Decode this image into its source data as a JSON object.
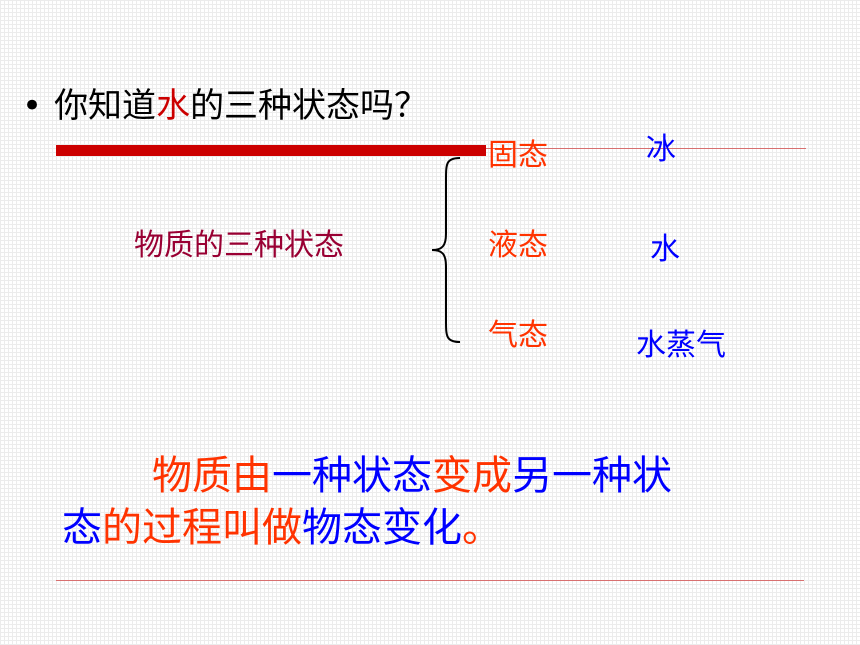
{
  "question": {
    "bullet": "•",
    "before": "你知道",
    "highlight": "水",
    "after": "的三种状态吗？"
  },
  "matter_label": "物质的三种状态",
  "states": [
    {
      "state": "固态",
      "form": "冰"
    },
    {
      "state": "液态",
      "form": "水"
    },
    {
      "state": "气态",
      "form": "水蒸气"
    }
  ],
  "definition": {
    "line1": [
      {
        "text": "物质由",
        "color": "red"
      },
      {
        "text": "一种状态",
        "color": "blue"
      },
      {
        "text": "变成",
        "color": "red"
      },
      {
        "text": "另一种状",
        "color": "blue"
      }
    ],
    "line2": [
      {
        "text": "态",
        "color": "blue"
      },
      {
        "text": "的过程叫做",
        "color": "red"
      },
      {
        "text": "物态变化",
        "color": "blue"
      },
      {
        "text": "。",
        "color": "red"
      }
    ]
  },
  "colors": {
    "red_bar": "#cc0000",
    "state_text": "#ff3300",
    "form_text": "#0000ff",
    "label_text": "#990033"
  }
}
